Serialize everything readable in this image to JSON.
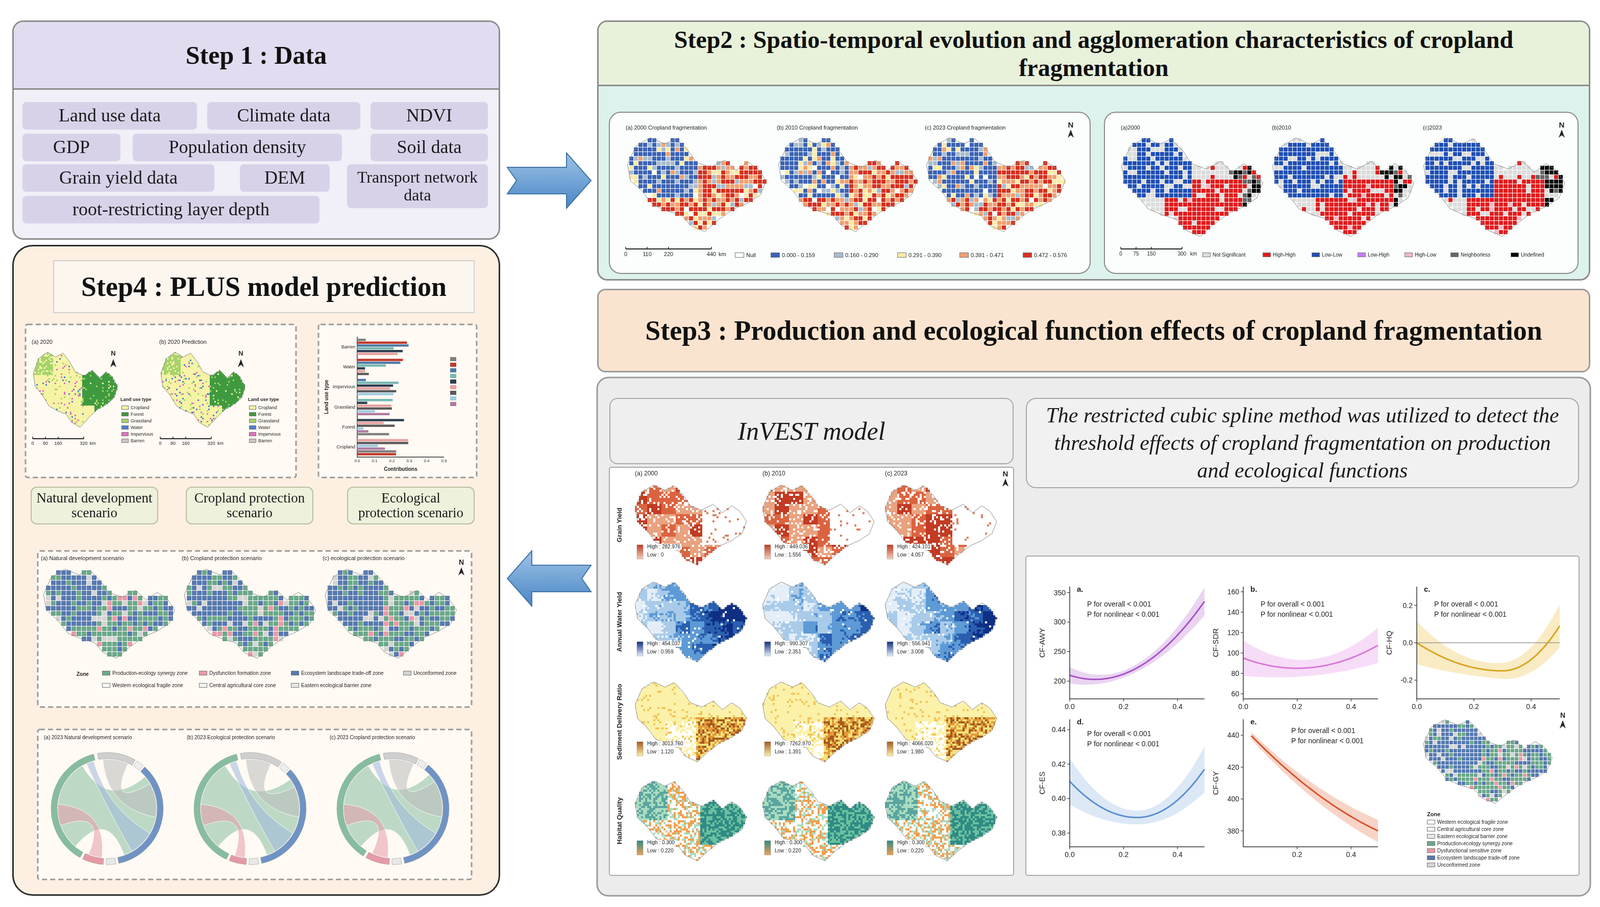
{
  "diagram": {
    "nodes": [
      {
        "text": [
          "Step 1 : Data"
        ]
      },
      {
        "text": [
          "Land use data"
        ],
        "in": 0
      },
      {
        "text": [
          "Climate data"
        ],
        "in": 0
      },
      {
        "text": [
          "NDVI"
        ],
        "in": 0
      },
      {
        "text": [
          "GDP"
        ],
        "in": 0
      },
      {
        "text": [
          "Population density"
        ],
        "in": 0
      },
      {
        "text": [
          "Soil data"
        ],
        "in": 0
      },
      {
        "text": [
          "Grain yield data"
        ],
        "in": 0
      },
      {
        "text": [
          "DEM"
        ],
        "in": 0
      },
      {
        "text": [
          "Transport network data"
        ],
        "in": 0
      },
      {
        "text": [
          "root-restricting layer depth"
        ],
        "in": 0
      },
      {
        "text": [
          "Step2 : Spatio-temporal evolution and agglomeration characteristics of cropland fragmentation"
        ]
      },
      {
        "text": [
          "Step3 : Production and ecological function effects of cropland fragmentation"
        ]
      },
      {
        "text": [
          "InVEST model"
        ],
        "in": 12
      },
      {
        "text": [
          "The restricted cubic spline method was utilized to detect the threshold effects of cropland fragmentation on production and ecological functions"
        ],
        "in": 12
      },
      {
        "text": [
          "Step4 : PLUS model prediction"
        ]
      },
      {
        "text": [
          "Natural development scenario"
        ],
        "in": 15
      },
      {
        "text": [
          "Cropland protection scenario"
        ],
        "in": 15
      },
      {
        "text": [
          "Ecological protection scenario"
        ],
        "in": 15
      }
    ],
    "edges": [
      {
        "from": 0,
        "to": 11,
        "arrow": "to"
      },
      {
        "from": 12,
        "to": 15,
        "arrow": "to"
      }
    ],
    "labels": [
      "(a) 2000 Cropland fragmentation",
      "(b) 2010 Cropland fragmentation",
      "(c) 2023 Cropland fragmentation",
      "N",
      "0",
      "110",
      "220",
      "440",
      "km",
      "(a)2000",
      "(b)2010",
      "(c)2023",
      "N",
      "0",
      "75",
      "150",
      "300",
      "km",
      "(a) 2000",
      "(b) 2010",
      "(c) 2023",
      "N",
      "Grain Yield",
      "Annual Water Yield",
      "Sediment Delivery Ratio",
      "Habitat Quality",
      "High : 282.976",
      "Low : 0",
      "High : 449.036",
      "Low : 1.556",
      "High : 424.101",
      "Low : 4.057",
      "High : 454.037",
      "Low : 0.959",
      "High : 990.307",
      "Low : 2.351",
      "High : 556.941",
      "Low : 3.008",
      "High : 3013.760",
      "Low : 1.120",
      "High : 7262.970",
      "Low : 1.391",
      "High : 4066.020",
      "Low : 1.980",
      "High : 0.300",
      "Low : 0.220",
      "High : 0.300",
      "Low : 0.220",
      "High : 0.300",
      "Low : 0.220",
      "a.",
      "P for overall < 0.001",
      "P for nonlinear < 0.001",
      "CF-AWY",
      "350",
      "300",
      "250",
      "200",
      "0.0",
      "0.2",
      "0.4",
      "b.",
      "P for overall < 0.001",
      "P for nonlinear < 0.001",
      "CF-SDR",
      "160",
      "140",
      "120",
      "100",
      "80",
      "60",
      "0.0",
      "0.2",
      "0.4",
      "c.",
      "P for overall < 0.001",
      "P for nonlinear < 0.001",
      "CF-HQ",
      "0.2",
      "0.0",
      "-0.2",
      "0.0",
      "0.2",
      "0.4",
      "d.",
      "P for overall < 0.001",
      "P for nonlinear < 0.001",
      "CF-ES",
      "0.44",
      "0.42",
      "0.40",
      "0.38",
      "0.0",
      "0.2",
      "0.4",
      "e.",
      "P for overall < 0.001",
      "P for nonlinear < 0.001",
      "CF-GY",
      "440",
      "420",
      "400",
      "380",
      "0.2",
      "0.4",
      "N",
      "Zone",
      "(a) 2020",
      "N",
      "Land use type",
      "0",
      "80",
      "160",
      "320",
      "km",
      "(b) 2020 Prediction",
      "N",
      "Land use type",
      "0",
      "80",
      "160",
      "320",
      "km",
      "Land use type",
      "Contributions",
      "Barren",
      "Water",
      "Impervious",
      "Grassland",
      "Forest",
      "Cropland",
      "0.0",
      "0.1",
      "0.2",
      "0.3",
      "0.4",
      "0.5",
      "(a) Natural development scenario",
      "(b) Cropland protection scenario",
      "(c) ecological protection scenario",
      "N",
      "Zone",
      "(a) 2023 Natural development scenario",
      "(b) 2023 Ecological protection scenario",
      "(c) 2023 Cropland protection scenario"
    ],
    "legend": [
      {
        "text": "Null",
        "color": "#ffffff"
      },
      {
        "text": "0.000 - 0.159",
        "color": "#3b63b5"
      },
      {
        "text": "0.160 - 0.290",
        "color": "#a9bccf"
      },
      {
        "text": "0.291 - 0.390",
        "color": "#f8eaa5"
      },
      {
        "text": "0.391 - 0.471",
        "color": "#f0a071"
      },
      {
        "text": "0.472 - 0.576",
        "color": "#d7301f"
      },
      {
        "text": "Not Significant",
        "color": "#dcdcdc"
      },
      {
        "text": "High-High",
        "color": "#e31a1c"
      },
      {
        "text": "Low-Low",
        "color": "#1f4fb4"
      },
      {
        "text": "Low-High",
        "color": "#c77cff"
      },
      {
        "text": "High-Low",
        "color": "#f4b6c2"
      },
      {
        "text": "Neighborless",
        "color": "#666666"
      },
      {
        "text": "Undefined",
        "color": "#000000"
      },
      {
        "text": "Cropland",
        "color": "#f6f3a6"
      },
      {
        "text": "Forest",
        "color": "#3f9a3f"
      },
      {
        "text": "Grassland",
        "color": "#a6d36b"
      },
      {
        "text": "Water",
        "color": "#4f7fd0"
      },
      {
        "text": "Impervious",
        "color": "#e070c0"
      },
      {
        "text": "Barren",
        "color": "#c8c8c8"
      },
      {
        "text": "Cropland",
        "color": "#f6f3a6"
      },
      {
        "text": "Forest",
        "color": "#3f9a3f"
      },
      {
        "text": "Grassland",
        "color": "#a6d36b"
      },
      {
        "text": "Water",
        "color": "#4f7fd0"
      },
      {
        "text": "Impervious",
        "color": "#e070c0"
      },
      {
        "text": "Barren",
        "color": "#c8c8c8"
      },
      {
        "text": "Production-ecology synergy zone",
        "color": "#6aa88a"
      },
      {
        "text": "Dysfunction formation zone",
        "color": "#e89aa8"
      },
      {
        "text": "Ecosystem landscape trade-off zone",
        "color": "#5679b0"
      },
      {
        "text": "Unconformed zone",
        "color": "#d4d4d4"
      },
      {
        "text": "Western ecological fragile zone",
        "color": "#ffffff"
      },
      {
        "text": "Central agricultural core zone",
        "color": "#f2f2f2"
      },
      {
        "text": "Eastern ecological barrier zone",
        "color": "#e6e6e6"
      },
      {
        "text": "Western ecological fragile zone",
        "color": "#ffffff"
      },
      {
        "text": "Central agricultural core zone",
        "color": "#f2f2f2"
      },
      {
        "text": "Eastern ecological barrier zone",
        "color": "#e6e6e6"
      },
      {
        "text": "Production-ecology synergy zone",
        "color": "#6aa88a"
      },
      {
        "text": "Dysfunctional sensitive zone",
        "color": "#e89aa8"
      },
      {
        "text": "Ecosystem landscape trade-off zone",
        "color": "#5679b0"
      },
      {
        "text": "Unconformed zone",
        "color": "#d4d4d4"
      }
    ]
  }
}
